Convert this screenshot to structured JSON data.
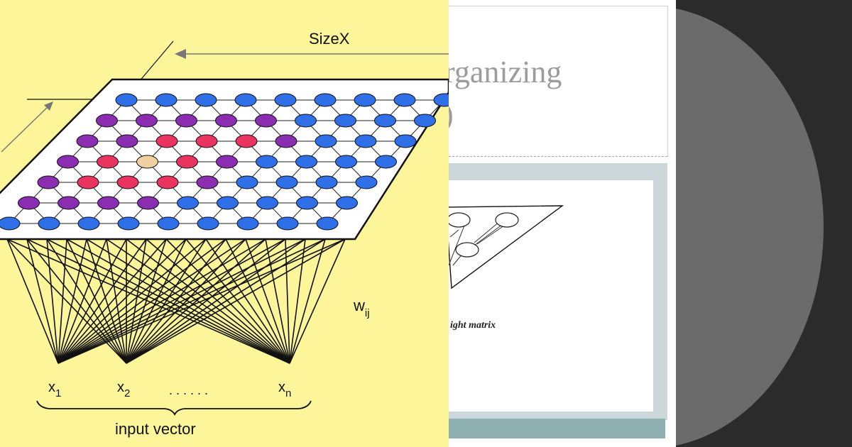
{
  "som_diagram": {
    "size_x_label": "SizeX",
    "weight_label_base": "w",
    "weight_label_sub": "ij",
    "inputs": [
      {
        "base": "x",
        "sub": "1"
      },
      {
        "base": "x",
        "sub": "2"
      },
      {
        "base": "x",
        "sub": "n"
      }
    ],
    "ellipsis": ". . . . . .",
    "input_vector_label": "input vector",
    "grid_rows": 7,
    "grid_cols": 9,
    "colors": {
      "background": "#fdf59a",
      "neuron_default": "#2f6fe8",
      "neuron_purple": "#8a2db0",
      "neuron_red": "#ea3460",
      "neuron_winner": "#f0cfa0"
    }
  },
  "slide": {
    "title_line1": "rganizing",
    "title_line2": ")",
    "caption": "ight matrix",
    "colors": {
      "title": "#9c9c9c",
      "band": "#cdd8dc",
      "footer": "#8fb0b0"
    }
  },
  "decor": {
    "circle_color": "#6b6b6b",
    "background": "#2b2b2b"
  }
}
